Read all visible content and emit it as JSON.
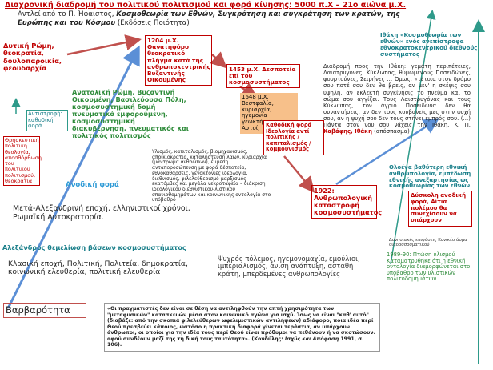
{
  "header": {
    "title": "Διαχρονική διαδρομή του πολιτικού πολιτισμού και φορά κίνησης: 5000 π.Χ – 21ο αιώνα μ.Χ.",
    "subtitle_prefix": "Αντλεί από το Π. Ήφαιστος, ",
    "subtitle_book": "Κοσμοθεωρία των Εθνών, Συγκρότηση και συγκράτηση των κρατών, της Ευρώπης και του Κόσμου",
    "subtitle_suffix": " (Εκδόσεις Ποιότητα)"
  },
  "boxes": {
    "west_rome": "Δυτική Ρώμη, θεοκρατία, δουλοπαροικία, φεουδαρχία",
    "counterflow_label": "Αντιστροφή: καθοδική φορά",
    "religious_list": "Θρησκευτική πολιτική θεολογία, αποσθόρθωση του πολιτικού πολιτισμού, θεοκρατία",
    "year1204": "1204 μ.Χ. Θανατηφόρο θεοκρατικό πλήγμα κατά της ανθρωποκεντρικής Βυζαντινής Οικουμένης",
    "year1453": "1453 μ.Χ. Δεσποτεία επί του κοσμοσυστήματος",
    "east_rome": "Ανατολική Ρώμη, Βυζαντινή Οικουμένη, Βασιλεύουσα Πόλη, κοσμοσυστημική δομή πνευματικά εμφορούμενη, κοσμοσυστημική διακυβέρνηση, πνευματικός και πολιτικός πολιτισμός",
    "year1648": "1648 μ.Χ. Βεστφαλία, κυριαρχία, ηγεμονία γεωκτήμονες, Αστοί,",
    "descent_box": "Καθοδική φορά Ιδεολογία αντί πολιτικής / καπιταλισμός / κομμουνισμός",
    "ideology_text": "Υλισμός, καπιταλισμός, βιομηχανισμός, αποικιοκρατία, καταλήστευση λαών, κυριαρχία (μάντρωμα ανθρώπων), έμμεση ανταποροσώπευση με φορά δέσποτεία, εθνοκαθάρσεις, γενοκτονίες ιδεολογία, διεθνισμός, φιλελεύθερισμό-μαρξισμός εκατόμβες και μεγάλα νεκροταφεία – διάκριση ιδεολογικού διεθνιστικού-λιστικού σπανιοθομημάτων και κοινωνικής οντολογία στο υπόβαθρο",
    "upward": "Ανοδική φορά",
    "post_alexander": "Μετά-Αλεξανδρινή εποχή, ελληνιστικοί χρόνοι, Ρωμαϊκή Αυτοκρατορία.",
    "alexander": "Αλεξάνδρος θεμελίωση βάσεων κοσμοσυστήματος",
    "classical": "Κλασική εποχή, Πολιτική, Πολιτεία, δημοκρατία, κοινωνική ελευθερία, πολιτική ελευθερία",
    "barbarity": "Βαρβαρότητα",
    "year1922": "1922: Ανθρωπολογική καταστροφή κοσμοσυστήματος",
    "war_list": "Ψυχρός πόλεμος, ηγεμονομαχία, εμφύλιοι, ιμπεριαλισμός, άνιση ανάπτυξη, ασταθή κράτη, μπερδεμένες ανθρωπολογίες",
    "ithaca_title": "Ιθάκη «Κοσμοθεωρία των εθνών» ενός ανεπίστροφα εθνοκρατοκεντρικού διεθνούς συστήματος",
    "ithaca_quote": "Διαδρομή προς την Ιθάκη: γεμάτη περιπέτειες, Λαιστρυγόνες, Κύκλωπας, θυμωμένους Ποσειδώνες, φουρτούνες, Σειρήνες … Όμως, «τέτοια στον δρόμο σου ποτέ σου δεν θα βρεις, αν μεν' η σκέψις σου υψηλή, αν εκλεκτή συγκίνησις το πνεύμα και το σώμα σου αγγίζει. Τους Λαιστρυγόνας και τους Κύκλωπας, τον άγριο Ποσειδώνα δεν θα συναντήσεις, αν δεν τους κουβανείς μες στην ψυχή σου, αν η ψυχή σου δεν τους στήνει εμπρός σου. (…) Πάντα στον νου σου νάχεις την Ιθάκη. Κ. Π. ",
    "ithaca_author": "Καβάφης, Ιθάκη",
    "ithaca_source": " (απόσπασμα)",
    "nations_deep": "Ολοένα βαθύτερη εθνική ανθρωπολογία, εμπέδωση εθνικής ανεξαρτησίας ως κοσμοθεωρίας των εθνών",
    "difficult_ascent": "Δύσκολη ανοδική φορά, Αίτια πολέμου θα συνεχίσουν να υπάρχουν",
    "seismic": "Δονησιακές επιφάσεις Κυνικέο άσμα διαδοσσοσματικού",
    "year1989": "1989-90: Πτώση υλισμού Καταματρυθήκε ότι η εθνική οντολογία διαμορφώνεται στο υπόβαθρο των υλιστικών πολιτοδομημάτων",
    "quote_main": "«Οι πραγματιστές δεν είναι σε θέση να αντιληφθούν την απτή χρησιμότητα των \"μεταφυσικών\" κατασκευών μέσα στον κοινωνικό αγώνα για ισχύ. Ίσως να είναι \"καθ' αυτό\" (διαβάζε: από την σκοπιά φιλελεύθερων ωφελιμιστικών αντιλήψεων) αδιάφορο, ποια ιδέα περί Θεού πρεσβεύει κάποιος, ωστόσο η πρακτική διαφορά γίνεται τεράστια, αν υπάρχουν άνθρωποι, οι οποίοι για την ιδέα τους περί Θεού είναι πρόθυμοι να πεθάνουν ή να σκοτώσουν. αφού συνδέουν μαζί της τη δική τους ταυτότητα». ",
    "quote_cite_prefix": "(Κονδύλης: ",
    "quote_cite_book": "Ισχύς και Απόφαση",
    "quote_cite_suffix": " 1991, σ. 106)."
  },
  "colors": {
    "red": "#c00000",
    "green": "#2e8b3a",
    "teal": "#1a7f8a",
    "blue_arrow": "#5b8fd6",
    "red_arrow": "#c0504d",
    "orange_fill": "#f7c08a"
  }
}
